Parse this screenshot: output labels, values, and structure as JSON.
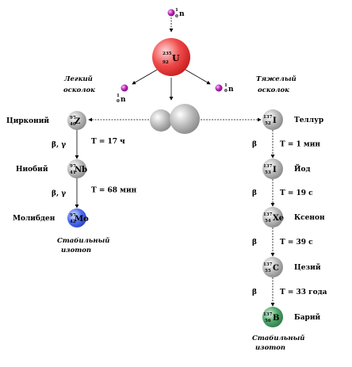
{
  "particles": {
    "neutron_symbol": "n",
    "neutron_mass": "1",
    "neutron_charge": "0"
  },
  "uranium": {
    "symbol": "U",
    "mass": "235",
    "charge": "92"
  },
  "fragments": {
    "light_caption": [
      "Легкий",
      "осколок"
    ],
    "heavy_caption": [
      "Тяжелый",
      "осколок"
    ]
  },
  "light_chain": [
    {
      "name": "Цирконий",
      "symbol": "Z",
      "mass": "97",
      "charge": "40"
    },
    {
      "name": "Ниобий",
      "symbol": "Nb",
      "mass": "97",
      "charge": "41"
    },
    {
      "name": "Молибден",
      "symbol": "Mo",
      "mass": "97",
      "charge": "42"
    }
  ],
  "light_decays": [
    {
      "type": "β, γ",
      "half_life": "T = 17 ч"
    },
    {
      "type": "β, γ",
      "half_life": "T = 68 мин"
    }
  ],
  "light_stable": [
    "Стабильный",
    "изотоп"
  ],
  "heavy_chain": [
    {
      "name": "Теллур",
      "symbol": "I",
      "mass": "137",
      "charge": "52"
    },
    {
      "name": "Йод",
      "symbol": "I",
      "mass": "137",
      "charge": "53"
    },
    {
      "name": "Ксенон",
      "symbol": "Xe",
      "mass": "137",
      "charge": "54"
    },
    {
      "name": "Цезий",
      "symbol": "C",
      "mass": "137",
      "charge": "55"
    },
    {
      "name": "Барий",
      "symbol": "B",
      "mass": "137",
      "charge": "56"
    }
  ],
  "heavy_decays": [
    {
      "type": "β",
      "half_life": "T = 1 мин"
    },
    {
      "type": "β",
      "half_life": "T = 19 с"
    },
    {
      "type": "β",
      "half_life": "T = 39 с"
    },
    {
      "type": "β",
      "half_life": "T = 33 года"
    }
  ],
  "heavy_stable": [
    "Стабильный",
    "изотоп"
  ],
  "colors": {
    "uranium": "#e83a3a",
    "neutron": "#b01fb0",
    "nucleus": "#a8a8a8",
    "molybdenum": "#3a5ff0",
    "barium": "#3d9a5c"
  }
}
